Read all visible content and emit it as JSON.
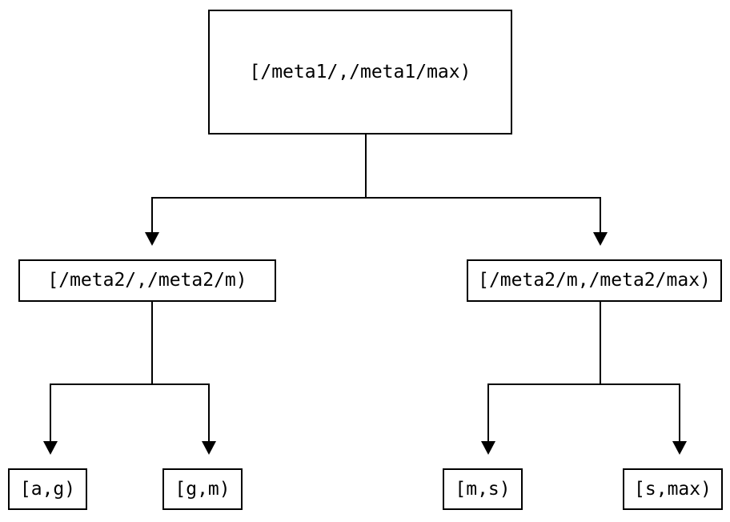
{
  "diagram": {
    "type": "tree",
    "description": "Binary range-partition tree diagram",
    "colors": {
      "background": "#ffffff",
      "line": "#000000",
      "box_border": "#000000",
      "text": "#000000"
    },
    "nodes": {
      "root": {
        "label": "[/meta1/,/meta1/max)"
      },
      "left": {
        "label": "[/meta2/,/meta2/m)"
      },
      "right": {
        "label": "[/meta2/m,/meta2/max)"
      },
      "left_left": {
        "label": "[a,g)"
      },
      "left_right": {
        "label": "[g,m)"
      },
      "right_left": {
        "label": "[m,s)"
      },
      "right_right": {
        "label": "[s,max)"
      }
    },
    "edges": [
      {
        "from": "root",
        "to": "left"
      },
      {
        "from": "root",
        "to": "right"
      },
      {
        "from": "left",
        "to": "left_left"
      },
      {
        "from": "left",
        "to": "left_right"
      },
      {
        "from": "right",
        "to": "right_left"
      },
      {
        "from": "right",
        "to": "right_right"
      }
    ]
  }
}
